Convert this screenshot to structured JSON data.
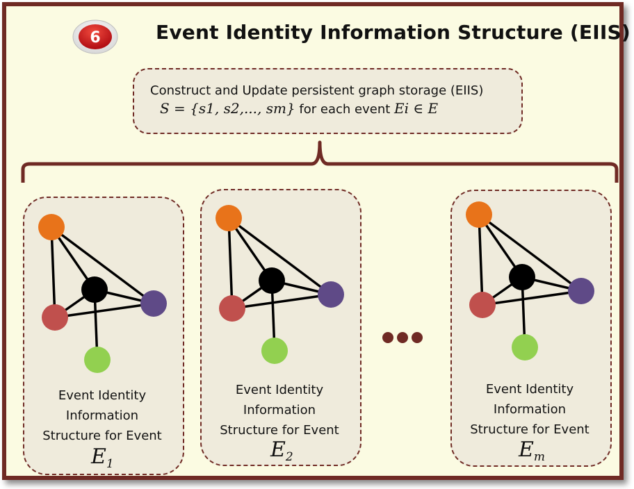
{
  "title": "Event Identity Information Structure (EIIS)",
  "step_badge": "6",
  "top_box": {
    "line1": "Construct and Update persistent graph storage (EIIS)",
    "set_expr": "S = {s1, s2,..., sm}",
    "line2_text": "for each event",
    "event_expr": "Ei ∈ E"
  },
  "event_boxes": [
    {
      "label_line1": "Event Identity",
      "label_line2": "Information",
      "label_line3": "Structure for Event",
      "symbol": "E",
      "subscript": "1"
    },
    {
      "label_line1": "Event Identity",
      "label_line2": "Information",
      "label_line3": "Structure for Event",
      "symbol": "E",
      "subscript": "2"
    },
    {
      "label_line1": "Event Identity",
      "label_line2": "Information",
      "label_line3": "Structure for Event",
      "symbol": "E",
      "subscript": "m"
    }
  ],
  "colors": {
    "border": "#6f2a24",
    "background": "#fbfbe2",
    "box_fill": "#efebdc",
    "badge": "#d0151b",
    "node_orange": "#e8731a",
    "node_red": "#c0504d",
    "node_purple": "#5f4a87",
    "node_green": "#92d050",
    "node_center": "#000000"
  }
}
